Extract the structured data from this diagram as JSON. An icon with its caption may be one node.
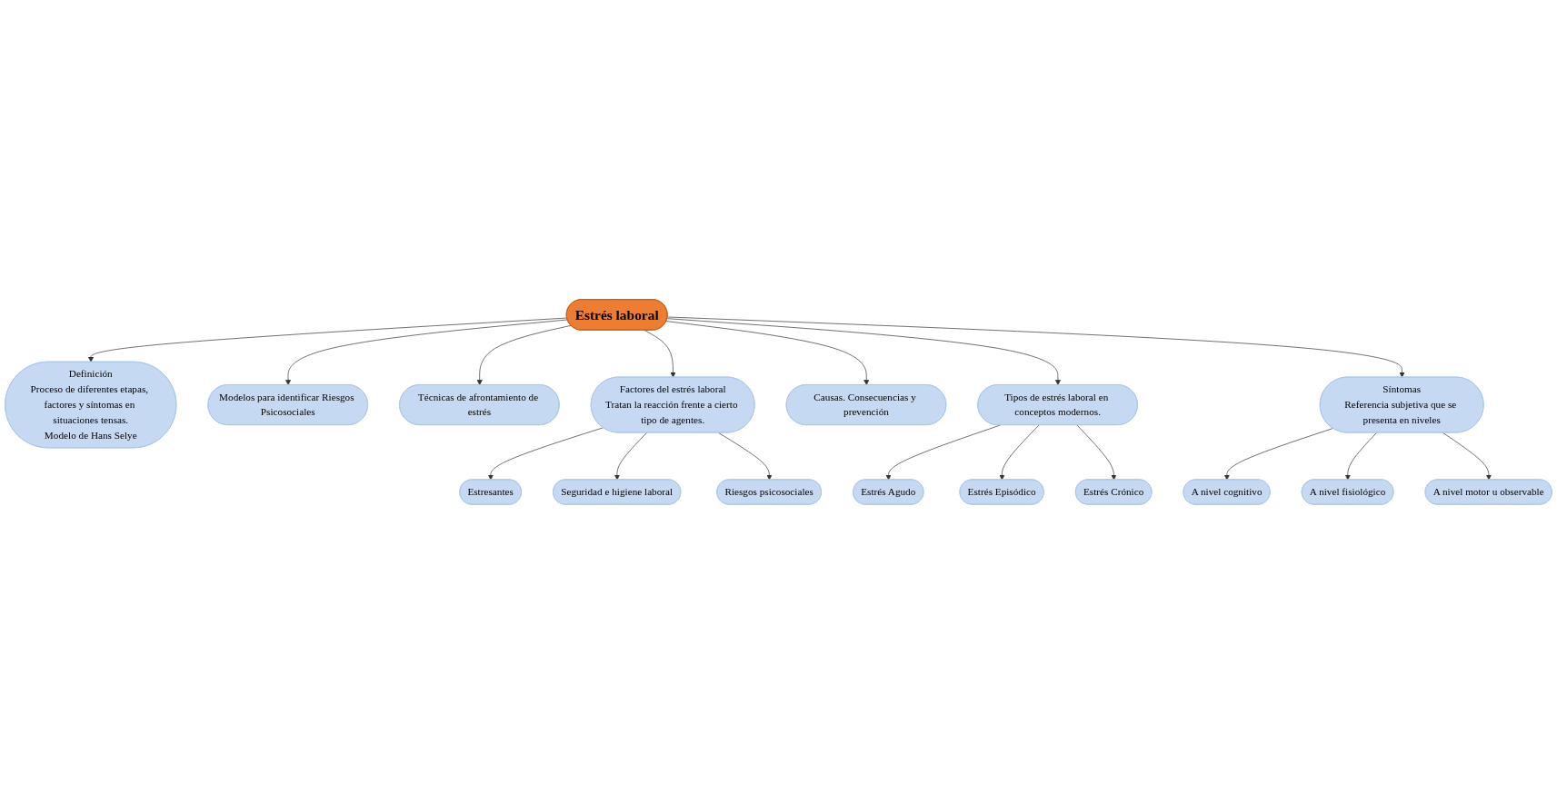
{
  "diagram": {
    "nodes": [
      {
        "text": [
          "Estrés laboral"
        ]
      },
      {
        "text": [
          "Definición",
          "Proceso de diferentes etapas, factores y síntomas en situaciones tensas.",
          "Modelo de Hans Selye"
        ]
      },
      {
        "text": [
          "Modelos para identificar Riesgos Psicosociales"
        ]
      },
      {
        "text": [
          "Técnicas de afrontamiento de estrés"
        ]
      },
      {
        "text": [
          "Estresantes"
        ]
      },
      {
        "text": [
          "Factores del estrés laboral",
          "Tratan la reacción frente a cierto tipo de agentes."
        ]
      },
      {
        "text": [
          "Causas. Consecuencias y prevención"
        ]
      },
      {
        "text": [
          "Seguridad e higiene laboral"
        ]
      },
      {
        "text": [
          "A nivel cognitivo"
        ]
      },
      {
        "text": [
          "Riesgos psicosociales"
        ]
      },
      {
        "text": [
          "Tipos de estrés laboral en conceptos modernos."
        ]
      },
      {
        "text": [
          "Síntomas",
          "Referencia subjetiva que se presenta en niveles"
        ]
      },
      {
        "text": [
          "A nivel fisiológico"
        ]
      },
      {
        "text": [
          "Estrés Crónico"
        ]
      },
      {
        "text": [
          "Estrés Agudo"
        ]
      },
      {
        "text": [
          "A nivel motor u observable"
        ]
      },
      {
        "text": [
          "Estrés Episódico"
        ]
      }
    ],
    "edges": [
      {
        "from": 0,
        "to": 1,
        "arrow": "to"
      },
      {
        "from": 0,
        "to": 2,
        "arrow": "to"
      },
      {
        "from": 0,
        "to": 3,
        "arrow": "to"
      },
      {
        "from": 0,
        "to": 5,
        "arrow": "to"
      },
      {
        "from": 0,
        "to": 6,
        "arrow": "to"
      },
      {
        "from": 0,
        "to": 10,
        "arrow": "to"
      },
      {
        "from": 0,
        "to": 11,
        "arrow": "to"
      },
      {
        "from": 5,
        "to": 4,
        "arrow": "to"
      },
      {
        "from": 5,
        "to": 7,
        "arrow": "to"
      },
      {
        "from": 5,
        "to": 9,
        "arrow": "to"
      },
      {
        "from": 10,
        "to": 14,
        "arrow": "to"
      },
      {
        "from": 10,
        "to": 16,
        "arrow": "to"
      },
      {
        "from": 10,
        "to": 13,
        "arrow": "to"
      },
      {
        "from": 11,
        "to": 8,
        "arrow": "to"
      },
      {
        "from": 11,
        "to": 12,
        "arrow": "to"
      },
      {
        "from": 11,
        "to": 15,
        "arrow": "to"
      }
    ]
  }
}
